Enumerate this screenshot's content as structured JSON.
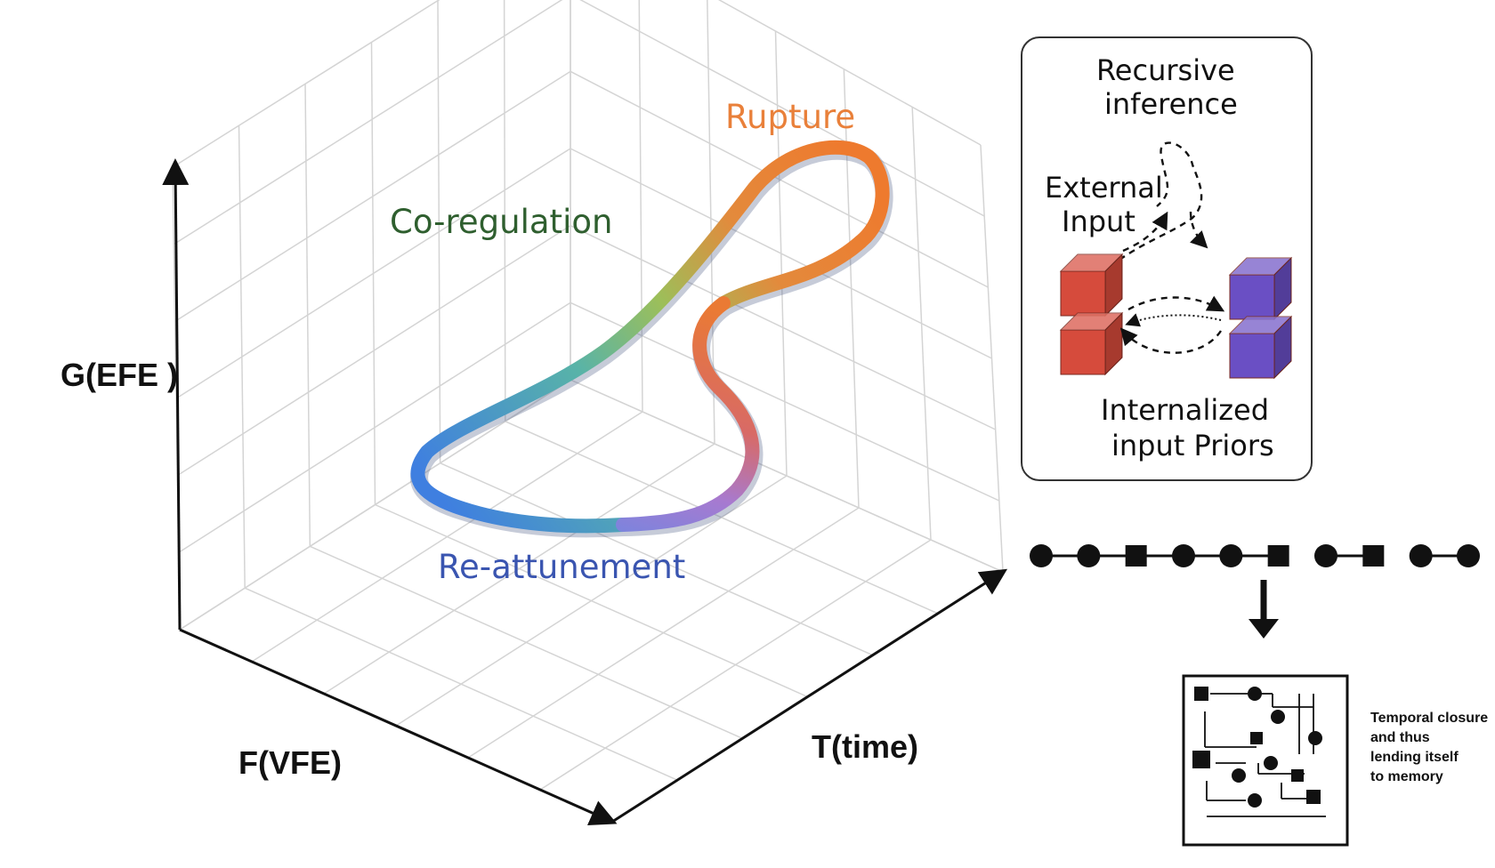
{
  "axes": {
    "g_label": "G(EFE )",
    "f_label": "F(VFE)",
    "t_label": "T(time)"
  },
  "phases": {
    "rupture": {
      "label": "Rupture",
      "color": "#e9803a"
    },
    "coregulation": {
      "label": "Co-regulation",
      "color": "#2f5f2f"
    },
    "reattunement": {
      "label": "Re-attunement",
      "color": "#3a55b0"
    }
  },
  "inference_box": {
    "title_line1": "Recursive",
    "title_line2": "inference",
    "external_line1": "External",
    "external_line2": "Input",
    "priors_line1": "Internalized",
    "priors_line2": "input Priors",
    "red_color": "#d64b3c",
    "purple_color": "#6a4fc4"
  },
  "sequence": {
    "tokens": [
      "circle",
      "circle",
      "square",
      "circle",
      "circle",
      "square",
      "circle",
      "square",
      "circle",
      "circle"
    ]
  },
  "memory_note": {
    "line1": "Temporal closure",
    "line2": "and thus",
    "line3": "lending itself",
    "line4": "to memory"
  }
}
